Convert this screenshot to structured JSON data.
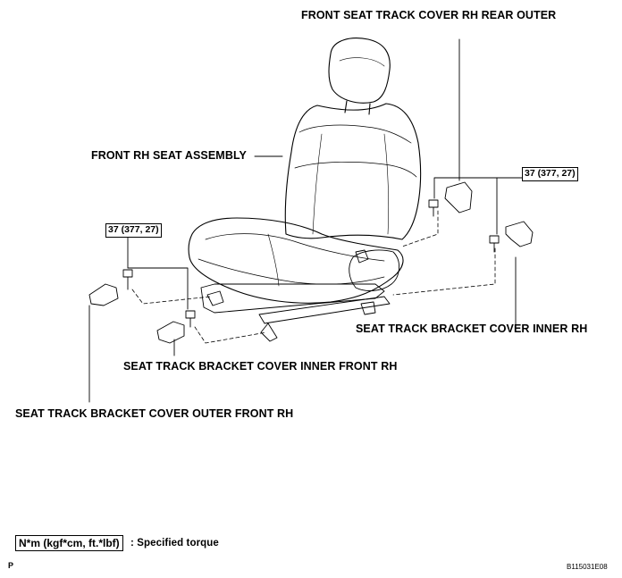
{
  "labels": {
    "rear_outer": "FRONT SEAT TRACK COVER RH REAR OUTER",
    "seat_assembly": "FRONT RH SEAT ASSEMBLY",
    "inner_rh": "SEAT TRACK BRACKET COVER INNER RH",
    "inner_front": "SEAT TRACK BRACKET COVER INNER FRONT RH",
    "outer_front": "SEAT TRACK BRACKET COVER OUTER FRONT RH"
  },
  "torque": {
    "right": "37 (377, 27)",
    "left": "37 (377, 27)"
  },
  "legend": {
    "unit": "N*m (kgf*cm, ft.*lbf)",
    "description": ": Specified torque"
  },
  "footer": {
    "left_code": "P",
    "right_code": "B115031E08"
  }
}
